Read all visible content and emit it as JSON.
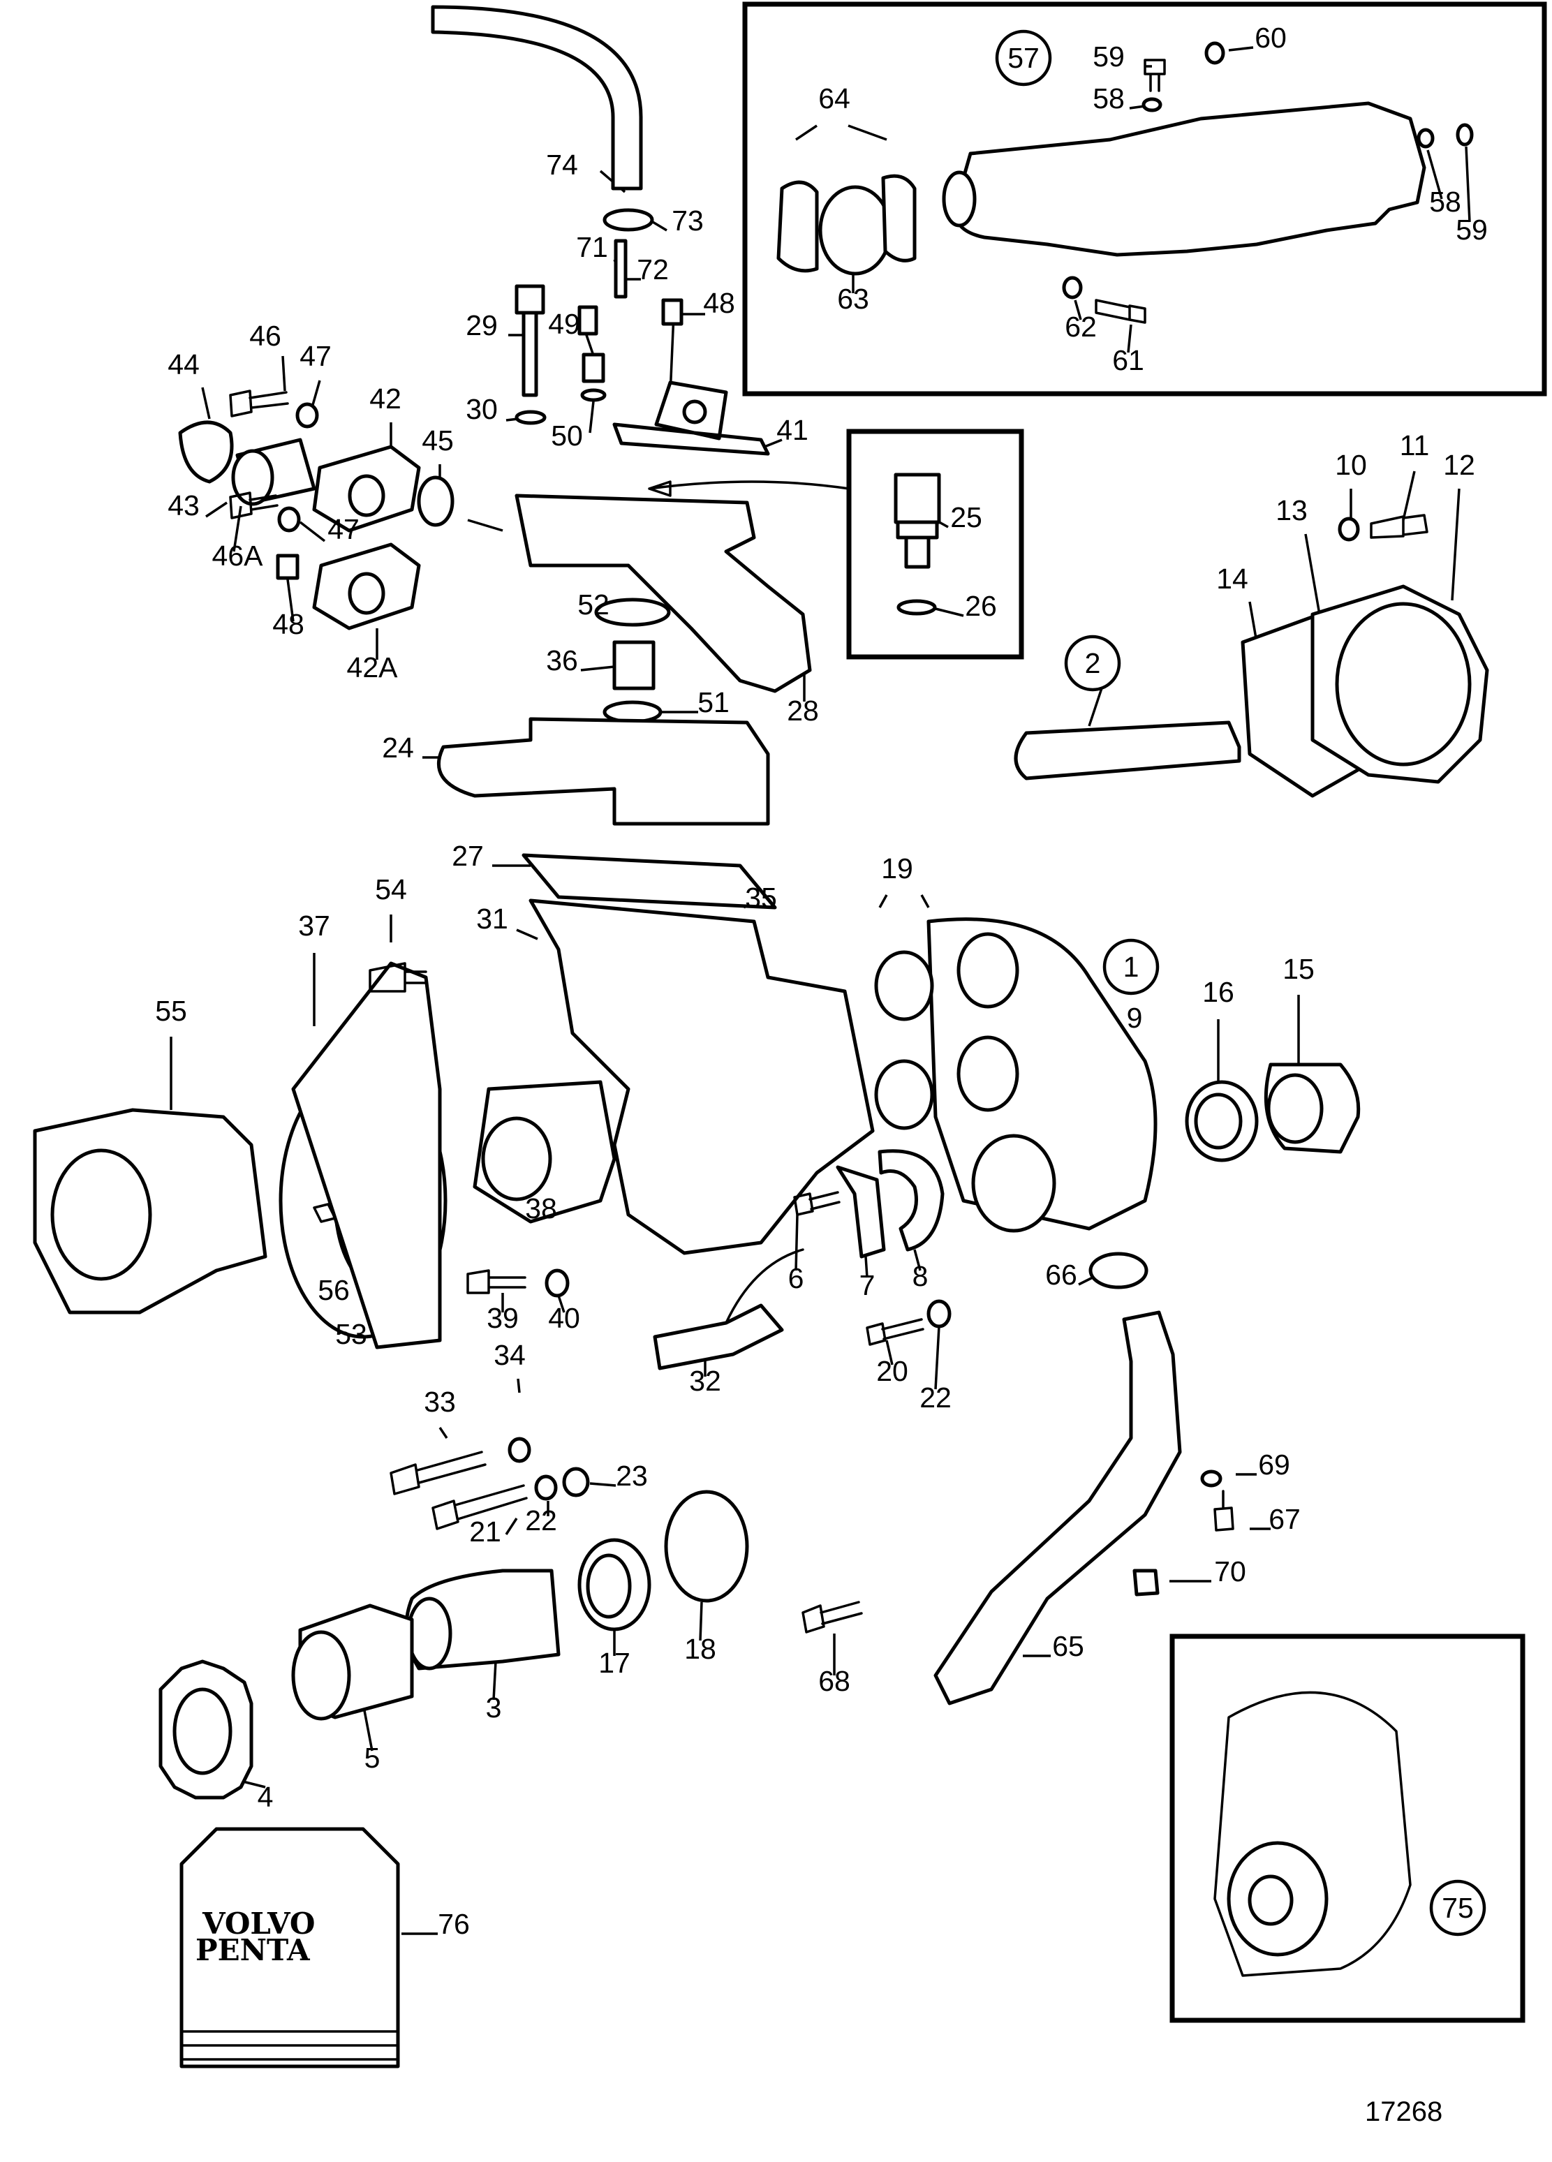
{
  "callouts": [
    "1",
    "2",
    "3",
    "4",
    "5",
    "6",
    "7",
    "8",
    "9",
    "10",
    "11",
    "12",
    "13",
    "14",
    "15",
    "16",
    "17",
    "18",
    "19",
    "20",
    "21",
    "22",
    "23",
    "24",
    "25",
    "26",
    "27",
    "28",
    "29",
    "30",
    "31",
    "32",
    "33",
    "34",
    "35",
    "36",
    "37",
    "38",
    "39",
    "40",
    "41",
    "42",
    "42A",
    "43",
    "44",
    "45",
    "46",
    "46A",
    "47",
    "48",
    "49",
    "50",
    "51",
    "52",
    "53",
    "54",
    "55",
    "56",
    "57",
    "58",
    "59",
    "60",
    "61",
    "62",
    "63",
    "64",
    "65",
    "66",
    "67",
    "68",
    "69",
    "70",
    "71",
    "72",
    "73",
    "74",
    "75",
    "76"
  ],
  "logo": {
    "line1": "VOLVO",
    "line2": "PENTA"
  },
  "drawing_number": "17268"
}
